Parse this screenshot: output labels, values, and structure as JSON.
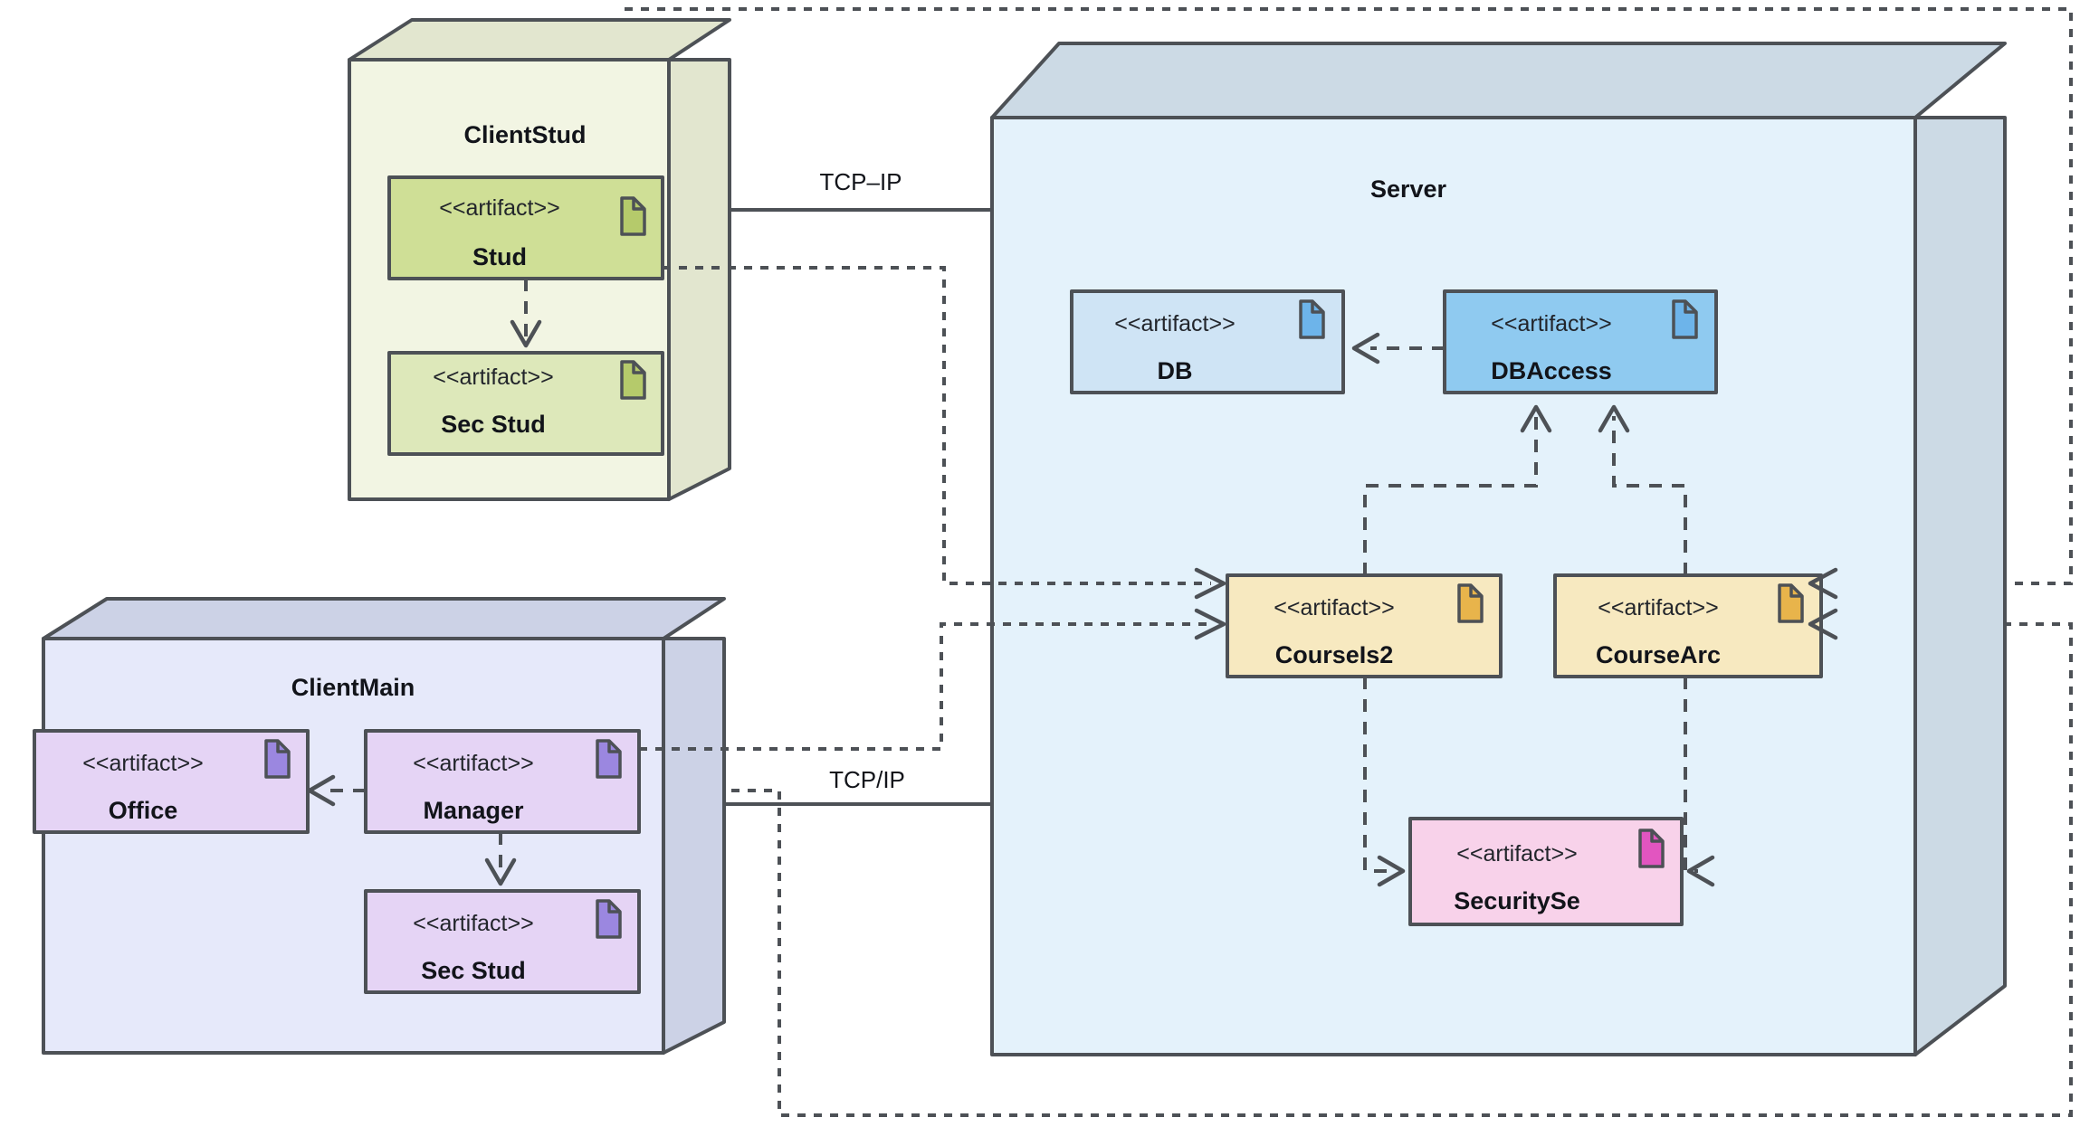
{
  "diagram": {
    "title": "UML Deployment Diagram",
    "type": "deployment",
    "background_color": "#ffffff",
    "line_color": "#4d5156"
  },
  "nodes": [
    {
      "id": "clientstud",
      "label": "ClientStud",
      "fill": "#f2f5e3",
      "top_fill": "#e2e6cf",
      "side_fill": "#e2e6cf"
    },
    {
      "id": "clientmain",
      "label": "ClientMain",
      "fill": "#e6e9fa",
      "top_fill": "#ccd2e6",
      "side_fill": "#ccd2e6"
    },
    {
      "id": "server",
      "label": "Server",
      "fill": "#e4f2fb",
      "top_fill": "#ccdae5",
      "side_fill": "#ccdae5"
    }
  ],
  "artifacts": [
    {
      "id": "stud",
      "stereotype": "<<artifact>>",
      "name": "Stud",
      "fill": "#cfdf96",
      "icon_fill": "#b5ca6b",
      "parent": "clientstud"
    },
    {
      "id": "sec-stud-1",
      "stereotype": "<<artifact>>",
      "name": "Sec Stud",
      "fill": "#dde8ba",
      "icon_fill": "#b5ca6b",
      "parent": "clientstud"
    },
    {
      "id": "office",
      "stereotype": "<<artifact>>",
      "name": "Office",
      "fill": "#e5d4f5",
      "icon_fill": "#9b87e0",
      "parent": "clientmain"
    },
    {
      "id": "manager",
      "stereotype": "<<artifact>>",
      "name": "Manager",
      "fill": "#e5d4f5",
      "icon_fill": "#9b87e0",
      "parent": "clientmain"
    },
    {
      "id": "sec-stud-2",
      "stereotype": "<<artifact>>",
      "name": "Sec Stud",
      "fill": "#e5d4f5",
      "icon_fill": "#9b87e0",
      "parent": "clientmain"
    },
    {
      "id": "db",
      "stereotype": "<<artifact>>",
      "name": "DB",
      "fill": "#cfe4f5",
      "icon_fill": "#6db4ea",
      "parent": "server"
    },
    {
      "id": "dbaccess",
      "stereotype": "<<artifact>>",
      "name": "DBAccess",
      "fill": "#8fcaf0",
      "icon_fill": "#6db4ea",
      "parent": "server"
    },
    {
      "id": "courseis2",
      "stereotype": "<<artifact>>",
      "name": "CourseIs2",
      "fill": "#f7e9c0",
      "icon_fill": "#e8b44b",
      "parent": "server"
    },
    {
      "id": "coursearc",
      "stereotype": "<<artifact>>",
      "name": "CourseArc",
      "fill": "#f7e9c0",
      "icon_fill": "#e8b44b",
      "parent": "server"
    },
    {
      "id": "securityse",
      "stereotype": "<<artifact>>",
      "name": "SecuritySe",
      "fill": "#f8d2ea",
      "icon_fill": "#e255c0",
      "parent": "server"
    }
  ],
  "connections": [
    {
      "id": "clientstud-server",
      "label": "TCP–IP",
      "style": "solid",
      "from": "clientstud",
      "to": "server"
    },
    {
      "id": "clientmain-server",
      "label": "TCP/IP",
      "style": "solid",
      "from": "clientmain",
      "to": "server"
    }
  ],
  "dependencies": [
    {
      "id": "stud-to-secstud",
      "from": "stud",
      "to": "sec-stud-1"
    },
    {
      "id": "manager-to-office",
      "from": "manager",
      "to": "office"
    },
    {
      "id": "manager-to-secstud",
      "from": "manager",
      "to": "sec-stud-2"
    },
    {
      "id": "dbaccess-to-db",
      "from": "dbaccess",
      "to": "db"
    },
    {
      "id": "courseis2-to-dbaccess",
      "from": "courseis2",
      "to": "dbaccess"
    },
    {
      "id": "coursearc-to-dbaccess",
      "from": "coursearc",
      "to": "dbaccess"
    },
    {
      "id": "courseis2-to-securityse",
      "from": "courseis2",
      "to": "securityse"
    },
    {
      "id": "coursearc-to-securityse",
      "from": "coursearc",
      "to": "securityse"
    },
    {
      "id": "stud-to-courseis2",
      "from": "stud",
      "to": "courseis2"
    },
    {
      "id": "manager-to-courseis2",
      "from": "manager",
      "to": "courseis2"
    },
    {
      "id": "clientstud-to-coursearc",
      "from": "clientstud",
      "to": "coursearc"
    },
    {
      "id": "manager-to-coursearc",
      "from": "manager",
      "to": "coursearc"
    }
  ]
}
